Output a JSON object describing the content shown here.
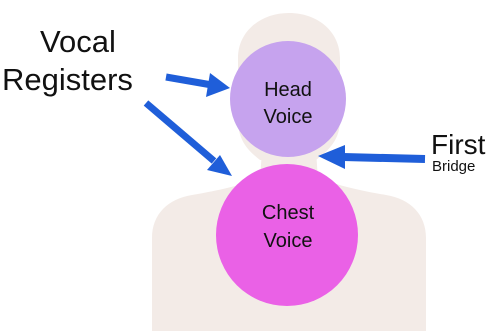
{
  "labels": {
    "vocal_registers": [
      "Vocal",
      "Registers"
    ],
    "head_voice": [
      "Head",
      "Voice"
    ],
    "chest_voice": [
      "Chest",
      "Voice"
    ],
    "first_bridge": {
      "first": "First",
      "bridge": "Bridge"
    }
  },
  "colors": {
    "silhouette": "#f3ebe7",
    "head_circle": "#c6a3ee",
    "chest_circle": "#ea61e6",
    "overlap": "#d289ea",
    "arrow": "#1f5ed9",
    "text": "#111111"
  }
}
